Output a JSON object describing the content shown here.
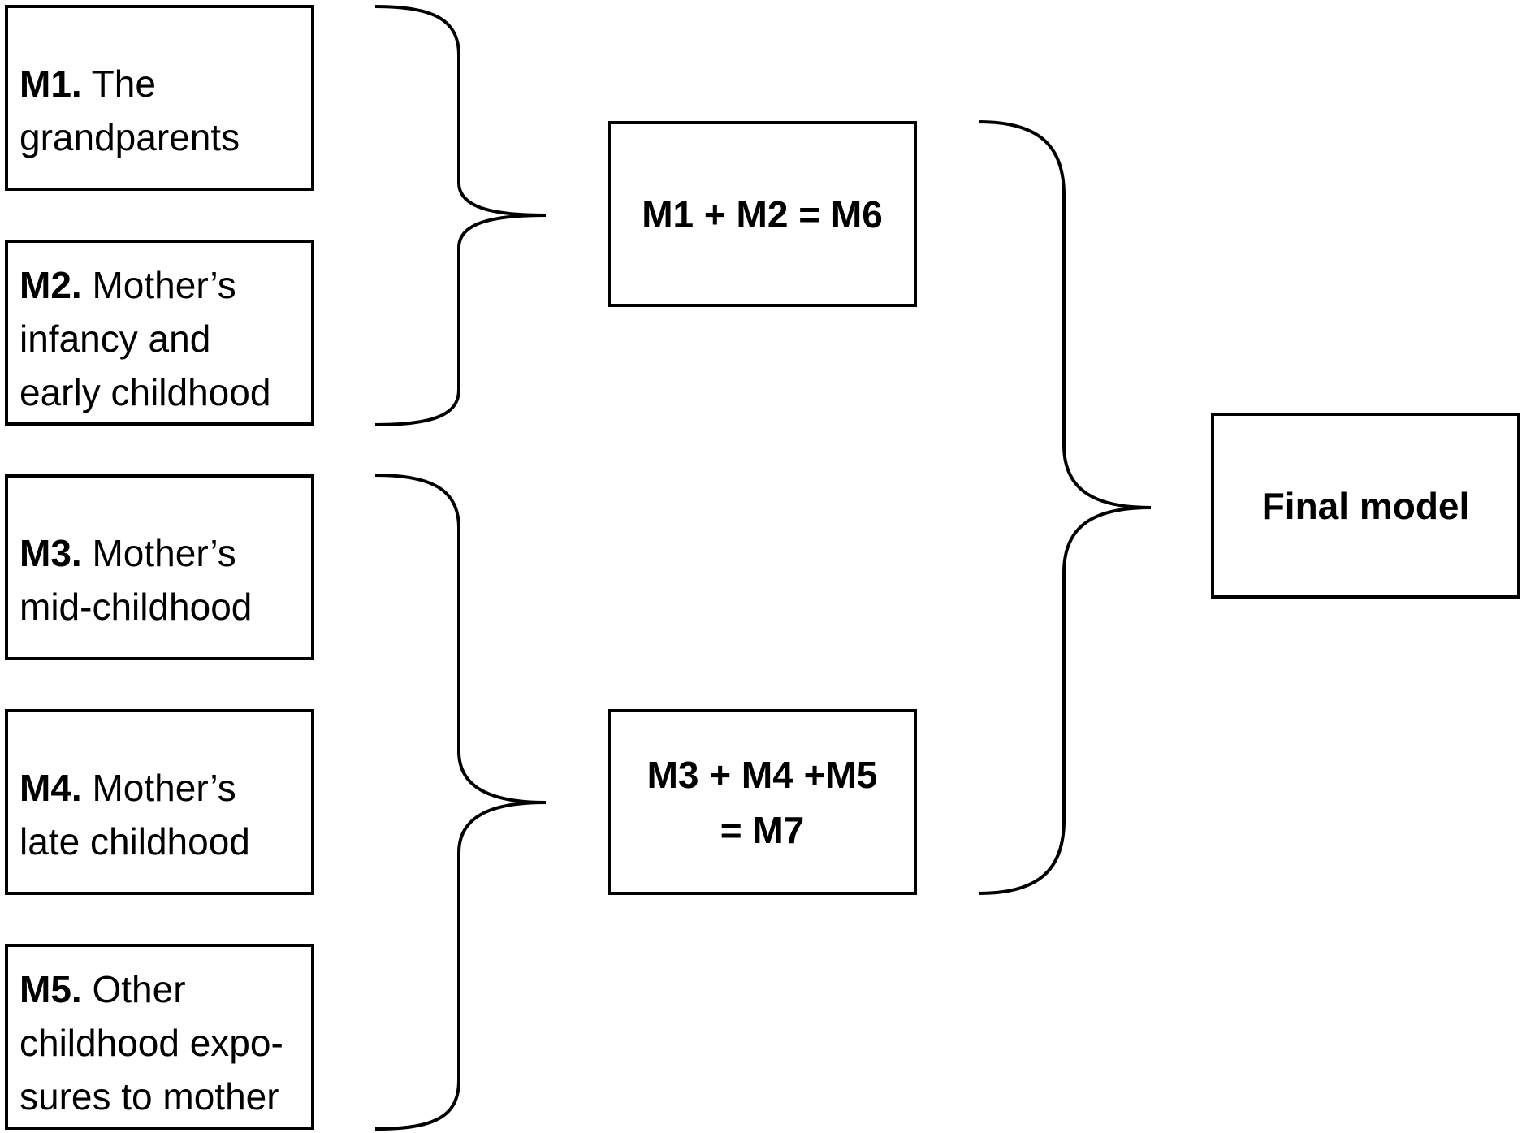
{
  "stages": [
    {
      "id": "m1",
      "label": "M1.",
      "text": "The\ngrandparents"
    },
    {
      "id": "m2",
      "label": "M2.",
      "text": "Mother’s\ninfancy and\nearly childhood"
    },
    {
      "id": "m3",
      "label": "M3.",
      "text": "Mother’s\nmid-childhood"
    },
    {
      "id": "m4",
      "label": "M4.",
      "text": "Mother’s\nlate childhood"
    },
    {
      "id": "m5",
      "label": "M5.",
      "text": "Other\nchildhood expo-\nsures to mother"
    }
  ],
  "combined": {
    "m6": "M1 + M2 = M6",
    "m7": "M3 + M4 +M5\n= M7"
  },
  "final": "Final model"
}
